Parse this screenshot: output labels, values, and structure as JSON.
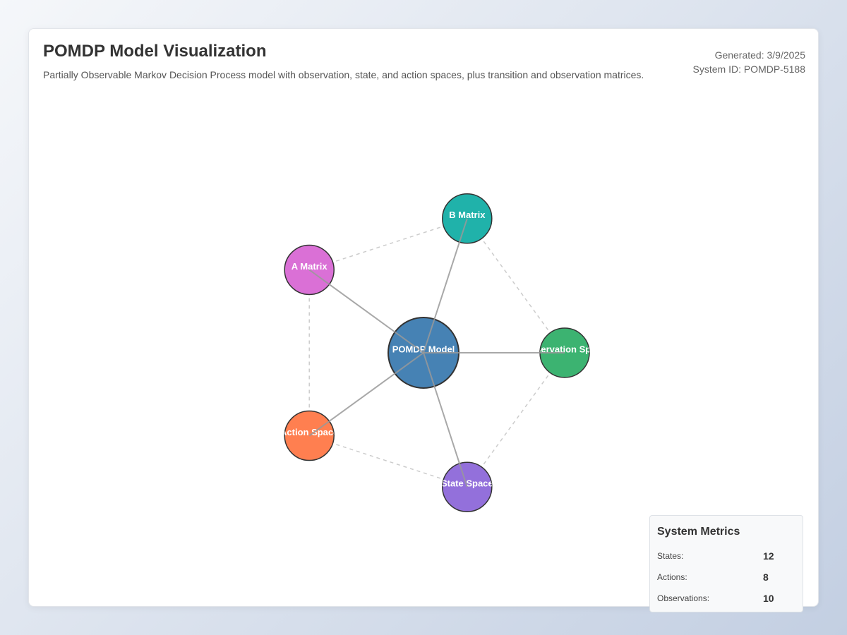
{
  "header": {
    "title": "POMDP Model Visualization",
    "description": "Partially Observable Markov Decision Process model with observation, state, and action spaces, plus transition and observation matrices.",
    "generated": "Generated: 3/9/2025",
    "system_id": "System ID: POMDP-5188"
  },
  "diagram": {
    "center": {
      "id": "pomdp",
      "label": "POMDP Model",
      "color": "#4682b4"
    },
    "nodes": [
      {
        "id": "b_matrix",
        "label": "B Matrix",
        "color": "#20b2aa"
      },
      {
        "id": "observation_space",
        "label": "Observation Space",
        "color": "#3cb371"
      },
      {
        "id": "state_space",
        "label": "State Space",
        "color": "#9370db"
      },
      {
        "id": "action_space",
        "label": "Action Space",
        "color": "#ff7f50"
      },
      {
        "id": "a_matrix",
        "label": "A Matrix",
        "color": "#da70d6"
      }
    ],
    "solid_edges": [
      [
        "pomdp",
        "b_matrix"
      ],
      [
        "pomdp",
        "observation_space"
      ],
      [
        "pomdp",
        "state_space"
      ],
      [
        "pomdp",
        "action_space"
      ],
      [
        "pomdp",
        "a_matrix"
      ]
    ],
    "dashed_edges": [
      [
        "a_matrix",
        "b_matrix"
      ],
      [
        "b_matrix",
        "observation_space"
      ],
      [
        "observation_space",
        "state_space"
      ],
      [
        "state_space",
        "action_space"
      ],
      [
        "action_space",
        "a_matrix"
      ]
    ]
  },
  "metrics": {
    "title": "System Metrics",
    "items": [
      {
        "label": "States:",
        "value": "12"
      },
      {
        "label": "Actions:",
        "value": "8"
      },
      {
        "label": "Observations:",
        "value": "10"
      }
    ]
  }
}
